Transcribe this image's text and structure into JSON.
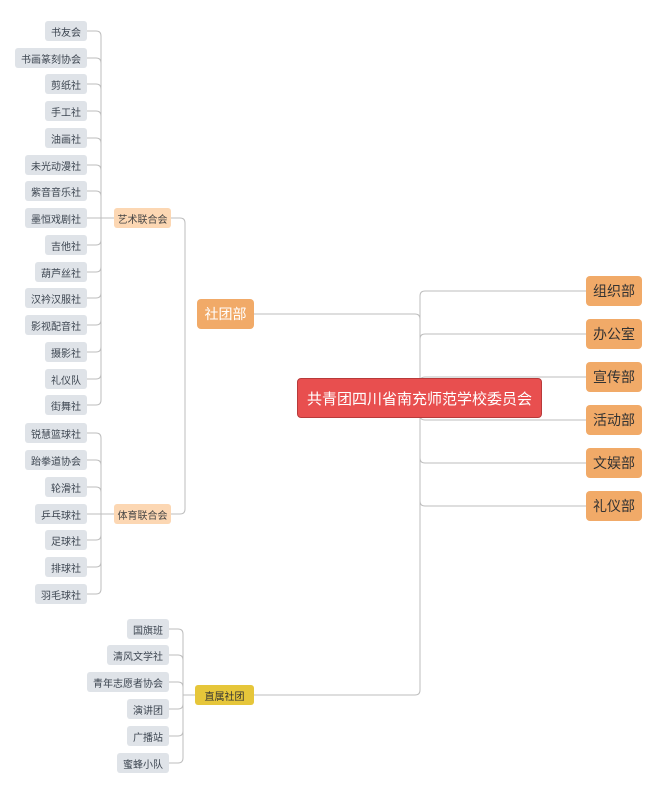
{
  "root": {
    "label": "共青团四川省南充师范学校委员会"
  },
  "departments": [
    {
      "label": "组织部"
    },
    {
      "label": "办公室"
    },
    {
      "label": "宣传部"
    },
    {
      "label": "活动部"
    },
    {
      "label": "文娱部"
    },
    {
      "label": "礼仪部"
    }
  ],
  "club_department": {
    "label": "社团部",
    "groups": [
      {
        "label": "艺术联合会",
        "clubs": [
          "书友会",
          "书画篆刻协会",
          "剪纸社",
          "手工社",
          "油画社",
          "未光动漫社",
          "紫音音乐社",
          "墨恒戏剧社",
          "吉他社",
          "葫芦丝社",
          "汉衿汉服社",
          "影视配音社",
          "摄影社",
          "礼仪队",
          "街舞社"
        ]
      },
      {
        "label": "体育联合会",
        "clubs": [
          "锐慧篮球社",
          "跆拳道协会",
          "轮滑社",
          "乒乓球社",
          "足球社",
          "排球社",
          "羽毛球社"
        ]
      }
    ]
  },
  "direct_clubs": {
    "label": "直属社团",
    "clubs": [
      "国旗班",
      "清风文学社",
      "青年志愿者协会",
      "演讲团",
      "广播站",
      "蜜蜂小队"
    ]
  },
  "colors": {
    "root": "#e84f4f",
    "main_branch": "#f1aa68",
    "sub_group": "#fcd7b3",
    "direct_group": "#e6c63a",
    "leaf": "#dfe3e8",
    "line": "#bdbdbd"
  }
}
